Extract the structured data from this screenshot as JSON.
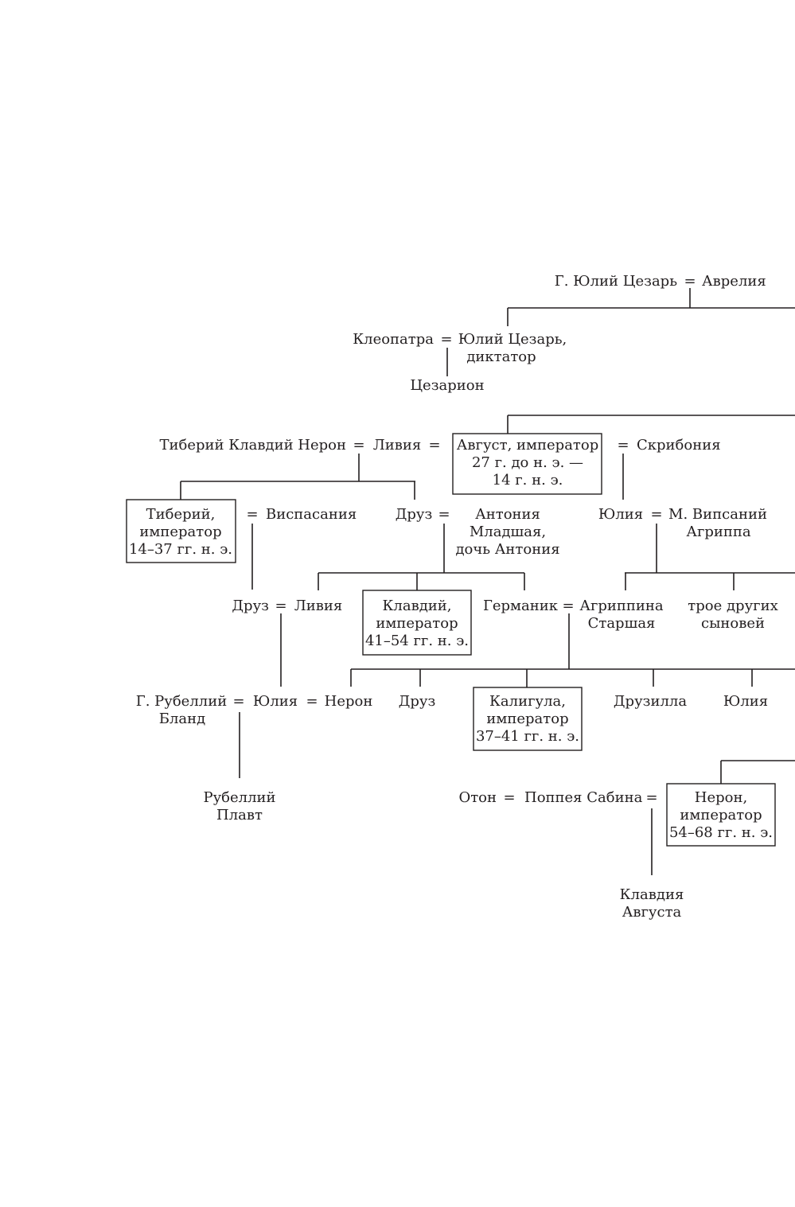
{
  "diagram": {
    "type": "family-tree",
    "subject": "Julio-Claudian dynasty",
    "marriage_symbol": "=",
    "people": {
      "gaius_julius_caesar": "Г. Юлий Цезарь",
      "aurelia": "Аврелия",
      "cleopatra": "Клеопатра",
      "julius_caesar": [
        "Юлий Цезарь,",
        "диктатор"
      ],
      "caesarion": "Цезарион",
      "tiberius_claudius_nero": "Тиберий Клавдий Нерон",
      "livia": "Ливия",
      "augustus": [
        "Август, император",
        "27 г. до н. э. —",
        "14 г. н. э."
      ],
      "scribonia": "Скрибония",
      "tiberius": [
        "Тиберий,",
        "император",
        "14–37 гг. н. э."
      ],
      "vipsania": "Виспасания",
      "drusus_elder": "Друз",
      "antonia_minor": [
        "Антония",
        "Младшая,",
        "дочь Антония"
      ],
      "julia_elder": "Юлия",
      "agrippa": [
        "М. Випсаний",
        "Агриппа"
      ],
      "drusus_younger": "Друз",
      "livilla": "Ливия",
      "claudius": [
        "Клавдий,",
        "император",
        "41–54 гг. н. э."
      ],
      "germanicus": "Германик",
      "agrippina_elder": [
        "Агриппина",
        "Старшая"
      ],
      "three_sons": [
        "трое других",
        "сыновей"
      ],
      "rubellius_blandus": [
        "Г. Рубеллий",
        "Бланд"
      ],
      "julia_livia": "Юлия",
      "nero_caesar": "Нерон",
      "drusus_caesar": "Друз",
      "caligula": [
        "Калигула,",
        "император",
        "37–41 гг. н. э."
      ],
      "drusilla": "Друзилла",
      "julia_livilla": "Юлия",
      "rubellius_plautus": [
        "Рубеллий",
        "Плавт"
      ],
      "otho": "Отон",
      "poppaea": "Поппея Сабина",
      "nero": [
        "Нерон,",
        "император",
        "54–68 гг. н. э."
      ],
      "claudia_augusta": [
        "Клавдия",
        "Августа"
      ]
    },
    "emperors_boxed": [
      "augustus",
      "tiberius",
      "claudius",
      "caligula",
      "nero"
    ],
    "marriages": [
      [
        "gaius_julius_caesar",
        "aurelia"
      ],
      [
        "cleopatra",
        "julius_caesar"
      ],
      [
        "tiberius_claudius_nero",
        "livia"
      ],
      [
        "livia",
        "augustus"
      ],
      [
        "augustus",
        "scribonia"
      ],
      [
        "tiberius",
        "vipsania"
      ],
      [
        "drusus_elder",
        "antonia_minor"
      ],
      [
        "julia_elder",
        "agrippa"
      ],
      [
        "drusus_younger",
        "livilla"
      ],
      [
        "germanicus",
        "agrippina_elder"
      ],
      [
        "rubellius_blandus",
        "julia_livia"
      ],
      [
        "julia_livia",
        "nero_caesar"
      ],
      [
        "otho",
        "poppaea"
      ],
      [
        "poppaea",
        "nero"
      ]
    ]
  }
}
